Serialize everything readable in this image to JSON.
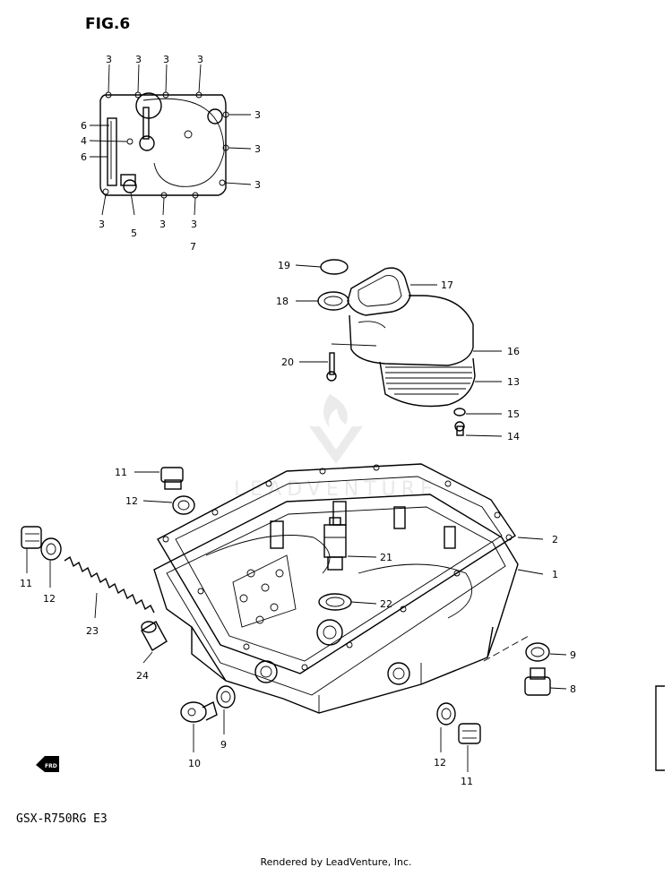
{
  "figure_title": "FIG.6",
  "model_code": "GSX-R750RG E3",
  "footer": "Rendered by LeadVenture, Inc.",
  "watermark": "LEADVENTURE",
  "colors": {
    "ink": "#000000",
    "paper": "#ffffff",
    "watermark": "#e9e9e9"
  },
  "front_arrow_icon": "front-arrow-icon",
  "callouts": [
    {
      "id": "c3a",
      "text": "3"
    },
    {
      "id": "c3b",
      "text": "3"
    },
    {
      "id": "c3c",
      "text": "3"
    },
    {
      "id": "c3d",
      "text": "3"
    },
    {
      "id": "c3e",
      "text": "3"
    },
    {
      "id": "c3f",
      "text": "3"
    },
    {
      "id": "c3g",
      "text": "3"
    },
    {
      "id": "c6a",
      "text": "6"
    },
    {
      "id": "c4",
      "text": "4"
    },
    {
      "id": "c6b",
      "text": "6"
    },
    {
      "id": "c3h",
      "text": "3"
    },
    {
      "id": "c5",
      "text": "5"
    },
    {
      "id": "c3i",
      "text": "3"
    },
    {
      "id": "c3j",
      "text": "3"
    },
    {
      "id": "c7",
      "text": "7"
    },
    {
      "id": "c19",
      "text": "19"
    },
    {
      "id": "c17",
      "text": "17"
    },
    {
      "id": "c18",
      "text": "18"
    },
    {
      "id": "c16",
      "text": "16"
    },
    {
      "id": "c20",
      "text": "20"
    },
    {
      "id": "c13",
      "text": "13"
    },
    {
      "id": "c15",
      "text": "15"
    },
    {
      "id": "c14",
      "text": "14"
    },
    {
      "id": "c11a",
      "text": "11"
    },
    {
      "id": "c12a",
      "text": "12"
    },
    {
      "id": "c2",
      "text": "2"
    },
    {
      "id": "c21",
      "text": "21"
    },
    {
      "id": "c1",
      "text": "1"
    },
    {
      "id": "c11b",
      "text": "11"
    },
    {
      "id": "c12b",
      "text": "12"
    },
    {
      "id": "c22",
      "text": "22"
    },
    {
      "id": "c23",
      "text": "23"
    },
    {
      "id": "c24",
      "text": "24"
    },
    {
      "id": "c9a",
      "text": "9"
    },
    {
      "id": "c8",
      "text": "8"
    },
    {
      "id": "c10",
      "text": "10"
    },
    {
      "id": "c9b",
      "text": "9"
    },
    {
      "id": "c12c",
      "text": "12"
    },
    {
      "id": "c11c",
      "text": "11"
    }
  ]
}
